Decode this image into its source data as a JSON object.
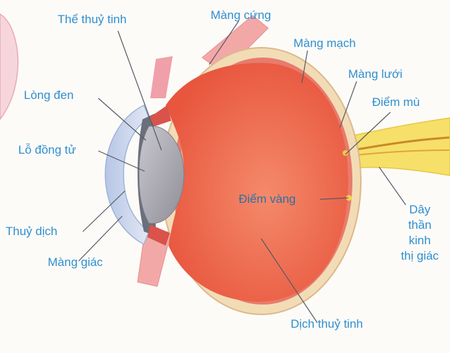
{
  "labels": {
    "lens": "Thể thuỷ tinh",
    "sclera": "Màng cứng",
    "choroid": "Màng mạch",
    "retina": "Màng lưới",
    "blind_spot": "Điểm mù",
    "iris": "Lòng đen",
    "pupil": "Lỗ đồng tử",
    "aqueous_humor": "Thuỷ dịch",
    "cornea": "Màng giác",
    "macula": "Điểm vàng",
    "optic_nerve": [
      "Dây",
      "thần",
      "kinh",
      "thị giác"
    ],
    "vitreous_humor": "Dịch thuỷ tinh"
  },
  "colors": {
    "label_text": "#2f8fd0",
    "sclera": "#f2d9b0",
    "choroid": "#e86a6a",
    "vitreous": "#ef6a50",
    "lens": "#a7a6b0",
    "cornea": "#c9d6ec",
    "optic_nerve": "#f6e66a",
    "muscle": "#f0a0a0",
    "leader_line": "#555a66"
  }
}
